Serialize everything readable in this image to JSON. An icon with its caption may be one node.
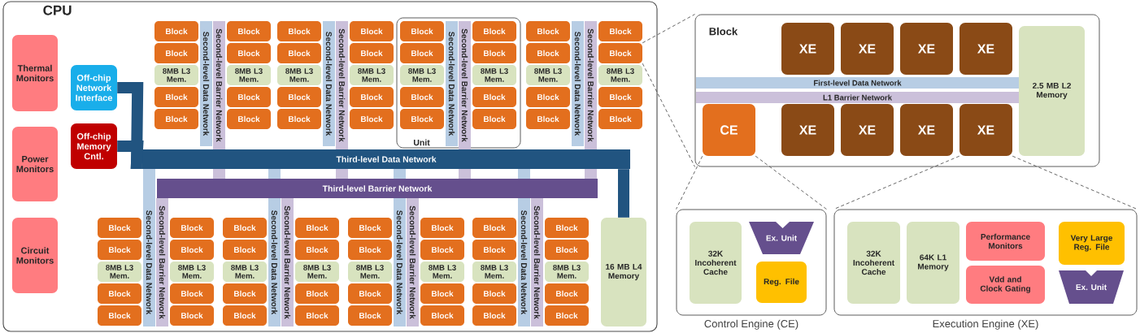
{
  "diagram": {
    "nodes": [
      {
        "text": [
          "CPU"
        ]
      },
      {
        "text": [
          "Thermal Monitors"
        ],
        "in": 0
      },
      {
        "text": [
          "Power Monitors"
        ],
        "in": 0
      },
      {
        "text": [
          "Circuit Monitors"
        ],
        "in": 0
      },
      {
        "text": [
          "Off-chip Network Interface"
        ],
        "in": 0
      },
      {
        "text": [
          "Off-chip Memory Cntl."
        ],
        "in": 0
      },
      {
        "text": [
          "Block"
        ],
        "in": 0
      },
      {
        "text": [
          "Block"
        ],
        "in": 0
      },
      {
        "text": [
          "8MB L3 Mem."
        ],
        "in": 0
      },
      {
        "text": [
          "Block"
        ],
        "in": 0
      },
      {
        "text": [
          "Block"
        ],
        "in": 0
      },
      {
        "text": [
          "Second-level Data Network"
        ],
        "in": 0
      },
      {
        "text": [
          "Second-level Barrier Network"
        ],
        "in": 0
      },
      {
        "text": [
          "Block"
        ],
        "in": 0
      },
      {
        "text": [
          "Block"
        ],
        "in": 0
      },
      {
        "text": [
          "8MB L3 Mem."
        ],
        "in": 0
      },
      {
        "text": [
          "Block"
        ],
        "in": 0
      },
      {
        "text": [
          "Block"
        ],
        "in": 0
      },
      {
        "text": [
          "Block"
        ],
        "in": 0
      },
      {
        "text": [
          "Block"
        ],
        "in": 0
      },
      {
        "text": [
          "8MB L3 Mem."
        ],
        "in": 0
      },
      {
        "text": [
          "Block"
        ],
        "in": 0
      },
      {
        "text": [
          "Block"
        ],
        "in": 0
      },
      {
        "text": [
          "Second-level Data Network"
        ],
        "in": 0
      },
      {
        "text": [
          "Second-level Barrier Network"
        ],
        "in": 0
      },
      {
        "text": [
          "Block"
        ],
        "in": 0
      },
      {
        "text": [
          "Block"
        ],
        "in": 0
      },
      {
        "text": [
          "8MB L3 Mem."
        ],
        "in": 0
      },
      {
        "text": [
          "Block"
        ],
        "in": 0
      },
      {
        "text": [
          "Block"
        ],
        "in": 0
      },
      {
        "text": [
          "Unit"
        ],
        "in": 0
      },
      {
        "text": [
          "Block"
        ],
        "in": 30
      },
      {
        "text": [
          "Block"
        ],
        "in": 30
      },
      {
        "text": [
          "8MB L3 Mem."
        ],
        "in": 30
      },
      {
        "text": [
          "Block"
        ],
        "in": 30
      },
      {
        "text": [
          "Block"
        ],
        "in": 30
      },
      {
        "text": [
          "Second-level Data Network"
        ],
        "in": 30
      },
      {
        "text": [
          "Second-level Barrier Network"
        ],
        "in": 0
      },
      {
        "text": [
          "Block"
        ],
        "in": 30
      },
      {
        "text": [
          "Block"
        ],
        "in": 30
      },
      {
        "text": [
          "8MB L3 Mem."
        ],
        "in": 30
      },
      {
        "text": [
          "Block"
        ],
        "in": 30
      },
      {
        "text": [
          "Block"
        ],
        "in": 30
      },
      {
        "text": [
          "Block"
        ],
        "in": 0
      },
      {
        "text": [
          "Block"
        ],
        "in": 0
      },
      {
        "text": [
          "8MB L3 Mem."
        ],
        "in": 0
      },
      {
        "text": [
          "Block"
        ],
        "in": 0
      },
      {
        "text": [
          "Block"
        ],
        "in": 0
      },
      {
        "text": [
          "Second-level Data Network"
        ],
        "in": 0
      },
      {
        "text": [
          "Second-level Barrier Network"
        ],
        "in": 0
      },
      {
        "text": [
          "Block"
        ],
        "in": 0
      },
      {
        "text": [
          "Block"
        ],
        "in": 0
      },
      {
        "text": [
          "8MB L3 Mem."
        ],
        "in": 0
      },
      {
        "text": [
          "Block"
        ],
        "in": 0
      },
      {
        "text": [
          "Block"
        ],
        "in": 0
      },
      {
        "text": [
          "Third-level Data Network"
        ],
        "in": 0
      },
      {
        "text": [
          "Third-level Barrier Network"
        ],
        "in": 0
      },
      {
        "text": [
          "Block"
        ],
        "in": 0
      },
      {
        "text": [
          "Block"
        ],
        "in": 0
      },
      {
        "text": [
          "8MB L3 Mem."
        ],
        "in": 0
      },
      {
        "text": [
          "Block"
        ],
        "in": 0
      },
      {
        "text": [
          "Block"
        ],
        "in": 0
      },
      {
        "text": [
          "Second-level Data Network"
        ],
        "in": 0
      },
      {
        "text": [
          "Second-level Barrier Network"
        ],
        "in": 0
      },
      {
        "text": [
          "Block"
        ],
        "in": 0
      },
      {
        "text": [
          "Block"
        ],
        "in": 0
      },
      {
        "text": [
          "8MB L3 Mem."
        ],
        "in": 0
      },
      {
        "text": [
          "Block"
        ],
        "in": 0
      },
      {
        "text": [
          "Block"
        ],
        "in": 0
      },
      {
        "text": [
          "Block"
        ],
        "in": 0
      },
      {
        "text": [
          "Block"
        ],
        "in": 0
      },
      {
        "text": [
          "8MB L3 Mem."
        ],
        "in": 0
      },
      {
        "text": [
          "Block"
        ],
        "in": 0
      },
      {
        "text": [
          "Block"
        ],
        "in": 0
      },
      {
        "text": [
          "Second-level Data Network"
        ],
        "in": 0
      },
      {
        "text": [
          "Second-level Barrier Network"
        ],
        "in": 0
      },
      {
        "text": [
          "Block"
        ],
        "in": 0
      },
      {
        "text": [
          "Block"
        ],
        "in": 0
      },
      {
        "text": [
          "8MB L3 Mem."
        ],
        "in": 0
      },
      {
        "text": [
          "Block"
        ],
        "in": 0
      },
      {
        "text": [
          "Block"
        ],
        "in": 0
      },
      {
        "text": [
          "Block"
        ],
        "in": 0
      },
      {
        "text": [
          "Block"
        ],
        "in": 0
      },
      {
        "text": [
          "8MB L3 Mem."
        ],
        "in": 0
      },
      {
        "text": [
          "Block"
        ],
        "in": 0
      },
      {
        "text": [
          "Block"
        ],
        "in": 0
      },
      {
        "text": [
          "Second-level Data Network"
        ],
        "in": 0
      },
      {
        "text": [
          "Second-level Barrier Network"
        ],
        "in": 0
      },
      {
        "text": [
          "Block"
        ],
        "in": 0
      },
      {
        "text": [
          "Block"
        ],
        "in": 0
      },
      {
        "text": [
          "8MB L3 Mem."
        ],
        "in": 0
      },
      {
        "text": [
          "Block"
        ],
        "in": 0
      },
      {
        "text": [
          "Block"
        ],
        "in": 0
      },
      {
        "text": [
          "Block"
        ],
        "in": 0
      },
      {
        "text": [
          "Block"
        ],
        "in": 0
      },
      {
        "text": [
          "8MB L3 Mem."
        ],
        "in": 0
      },
      {
        "text": [
          "Block"
        ],
        "in": 0
      },
      {
        "text": [
          "Block"
        ],
        "in": 0
      },
      {
        "text": [
          "Second-level Data Network"
        ],
        "in": 0
      },
      {
        "text": [
          "Second-level Barrier Network"
        ],
        "in": 0
      },
      {
        "text": [
          "Block"
        ],
        "in": 0
      },
      {
        "text": [
          "Block"
        ],
        "in": 0
      },
      {
        "text": [
          "8MB L3 Mem."
        ],
        "in": 0
      },
      {
        "text": [
          "Block"
        ],
        "in": 0
      },
      {
        "text": [
          "Block"
        ],
        "in": 0
      },
      {
        "text": [
          "16 MB L4 Memory"
        ],
        "in": 0
      },
      {
        "text": [
          "Block"
        ]
      },
      {
        "text": [
          "XE"
        ],
        "in": 106
      },
      {
        "text": [
          "XE"
        ],
        "in": 106
      },
      {
        "text": [
          "XE"
        ],
        "in": 106
      },
      {
        "text": [
          "XE"
        ],
        "in": 106
      },
      {
        "text": [
          "First-level Data Network"
        ],
        "in": 106
      },
      {
        "text": [
          "L1 Barrier Network"
        ],
        "in": 106
      },
      {
        "text": [
          "CE"
        ],
        "in": 106
      },
      {
        "text": [
          "XE"
        ],
        "in": 106
      },
      {
        "text": [
          "XE"
        ],
        "in": 106
      },
      {
        "text": [
          "XE"
        ],
        "in": 106
      },
      {
        "text": [
          "XE"
        ],
        "in": 106
      },
      {
        "text": [
          "2.5 MB L2 Memory"
        ],
        "in": 106
      },
      {
        "text": [
          "Control Engine (CE)"
        ]
      },
      {
        "text": [
          "32K Incoherent Cache"
        ],
        "in": 119
      },
      {
        "text": [
          "Ex. Unit"
        ],
        "in": 119
      },
      {
        "text": [
          "Reg. File"
        ],
        "in": 119
      },
      {
        "text": [
          "Execution Engine (XE)"
        ]
      },
      {
        "text": [
          "32K Incoherent Cache"
        ],
        "in": 123
      },
      {
        "text": [
          "64K L1 Memory"
        ],
        "in": 123
      },
      {
        "text": [
          "Performance Monitors"
        ],
        "in": 123
      },
      {
        "text": [
          "Vdd and Clock Gating"
        ],
        "in": 123
      },
      {
        "text": [
          "Very Large Reg. File"
        ],
        "in": 123
      },
      {
        "text": [
          "Ex. Unit"
        ],
        "in": 123
      }
    ],
    "edges": [
      {
        "from": 4,
        "to": 55,
        "arrow": "none",
        "style": "thick",
        "color": "#215480"
      },
      {
        "from": 5,
        "to": 55,
        "arrow": "none",
        "style": "thick",
        "color": "#215480"
      },
      {
        "from": 55,
        "to": 105,
        "arrow": "none",
        "style": "thick",
        "color": "#215480"
      },
      {
        "from": 51,
        "to": 106,
        "arrow": "none",
        "style": "dashed"
      },
      {
        "from": 51,
        "to": 106,
        "arrow": "none",
        "style": "dashed"
      },
      {
        "from": 113,
        "to": 119,
        "arrow": "none",
        "style": "dashed"
      },
      {
        "from": 113,
        "to": 119,
        "arrow": "none",
        "style": "dashed"
      },
      {
        "from": 117,
        "to": 123,
        "arrow": "none",
        "style": "dashed"
      },
      {
        "from": 117,
        "to": 123,
        "arrow": "none",
        "style": "dashed"
      }
    ]
  }
}
